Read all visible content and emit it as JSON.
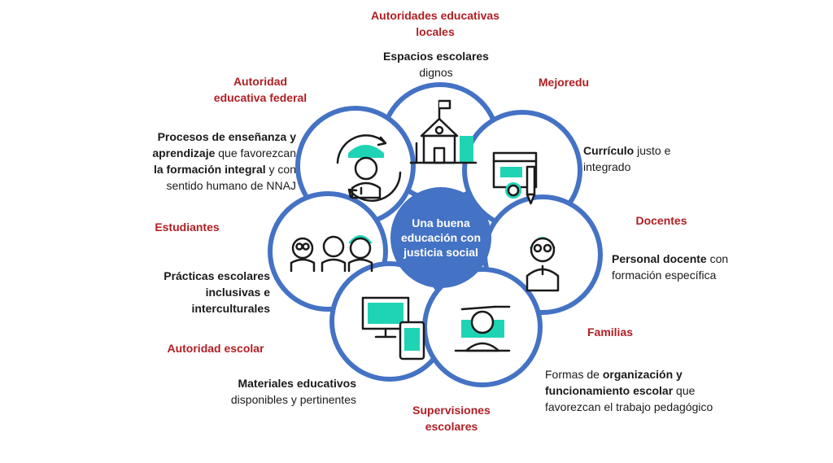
{
  "center": {
    "line1": "Una buena",
    "line2": "educación con",
    "line3": "justicia social"
  },
  "actors": {
    "autoridades_locales": {
      "line1": "Autoridades educativas",
      "line2": "locales"
    },
    "autoridad_federal": {
      "line1": "Autoridad",
      "line2": "educativa federal"
    },
    "mejoredu": "Mejoredu",
    "docentes": "Docentes",
    "estudiantes": "Estudiantes",
    "familias": "Familias",
    "autoridad_escolar": "Autoridad escolar",
    "supervisiones": {
      "line1": "Supervisiones",
      "line2": "escolares"
    }
  },
  "items": {
    "espacios": {
      "bold": "Espacios escolares",
      "rest": "dignos"
    },
    "procesos": {
      "b1": "Procesos de enseñanza y",
      "b2": "aprendizaje",
      "r2": " que favorezcan",
      "b3": "la formación integral",
      "r3": " y con",
      "r4": "sentido humano de NNAJ"
    },
    "curriculo": {
      "bold": "Currículo",
      "r1": " justo e",
      "r2": "integrado"
    },
    "personal": {
      "bold": "Personal docente",
      "r1": " con",
      "r2": "formación específica"
    },
    "practicas": {
      "l1": "Prácticas escolares",
      "l2": "inclusivas e",
      "l3": "interculturales"
    },
    "materiales": {
      "bold": "Materiales educativos",
      "rest": "disponibles y pertinentes"
    },
    "formas": {
      "r1": "Formas de ",
      "b1": "organización y",
      "b2": "funcionamiento escolar",
      "r2": " que",
      "r3": "favorezcan el trabajo pedagógico"
    }
  },
  "colors": {
    "ring": "#4472c4",
    "center": "#4472c4",
    "accent": "#1fd4b4",
    "actor_text": "#b01e23"
  },
  "icons": [
    "school-icon",
    "teacher-cycle-icon",
    "curriculum-certificate-icon",
    "teacher-icon",
    "students-icon",
    "devices-icon",
    "student-writing-icon"
  ]
}
